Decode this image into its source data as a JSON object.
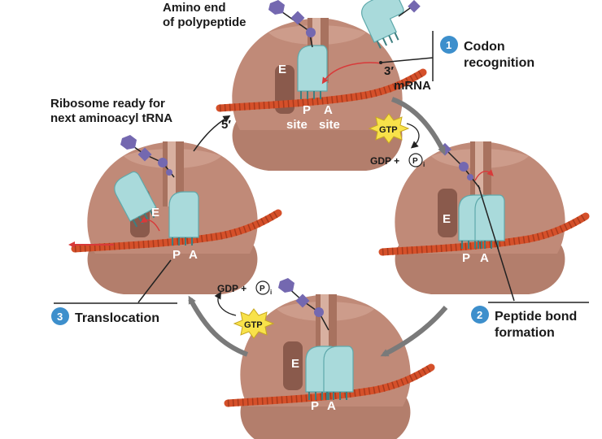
{
  "labels": {
    "amino_end": [
      "Amino end",
      "of polypeptide"
    ],
    "ready": [
      "Ribosome ready for",
      "next aminoacyl tRNA"
    ],
    "five_prime": "5′",
    "three_prime": "3′",
    "mrna": "mRNA",
    "p_site": [
      "P",
      "site"
    ],
    "a_site": [
      "A",
      "site"
    ],
    "e": "E",
    "p": "P",
    "a": "A",
    "gtp": "GTP",
    "gdp_pi": "GDP + ",
    "pi_letter": "P",
    "pi_sub": "i"
  },
  "steps": [
    {
      "number": "1",
      "lines": [
        "Codon",
        "recognition"
      ]
    },
    {
      "number": "2",
      "lines": [
        "Peptide bond",
        "formation"
      ]
    },
    {
      "number": "3",
      "lines": [
        "Translocation"
      ]
    }
  ],
  "colors": {
    "ribosome": "#c08a78",
    "ribosome_dark": "#9d6a5a",
    "ribosome_light": "#d6a898",
    "trna": "#a9dadb",
    "trna_stroke": "#5fa9ab",
    "mrna": "#d5502a",
    "peptide": "#7468b0",
    "gtp": "#f8e24a",
    "step_badge": "#3d8fcc",
    "arrow": "#7a7a7a",
    "red_arrow": "#d83a3a"
  },
  "icons": {
    "polypeptide": "hexagon-diamond-circle-chain",
    "step": "numbered-circle-badge",
    "gtp": "starburst-badge"
  }
}
